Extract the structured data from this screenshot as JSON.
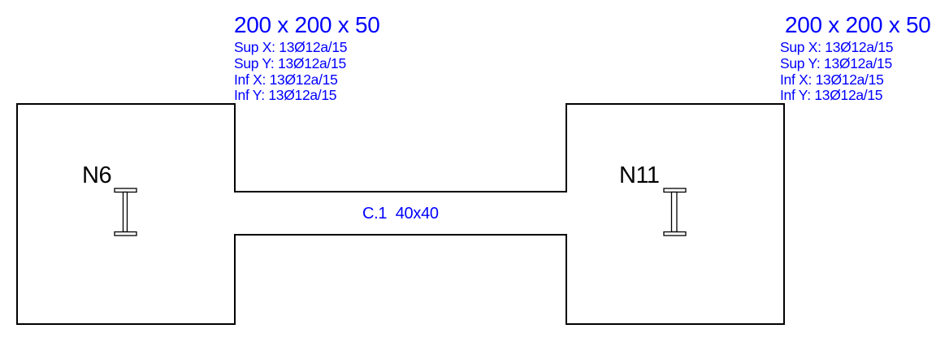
{
  "colors": {
    "annotation_blue": "#0000ff",
    "outline_black": "#000000",
    "background": "#ffffff"
  },
  "footings": [
    {
      "node": "N6",
      "dimensions": "200 x 200 x 50",
      "reinforcement": [
        "Sup X: 13Ø12a/15",
        "Sup Y: 13Ø12a/15",
        "Inf X: 13Ø12a/15",
        "Inf Y: 13Ø12a/15"
      ]
    },
    {
      "node": "N11",
      "dimensions": "200 x 200 x 50",
      "reinforcement": [
        "Sup X: 13Ø12a/15",
        "Sup Y: 13Ø12a/15",
        "Inf X: 13Ø12a/15",
        "Inf Y: 13Ø12a/15"
      ]
    }
  ],
  "beam": {
    "label": "C.1  40x40"
  }
}
